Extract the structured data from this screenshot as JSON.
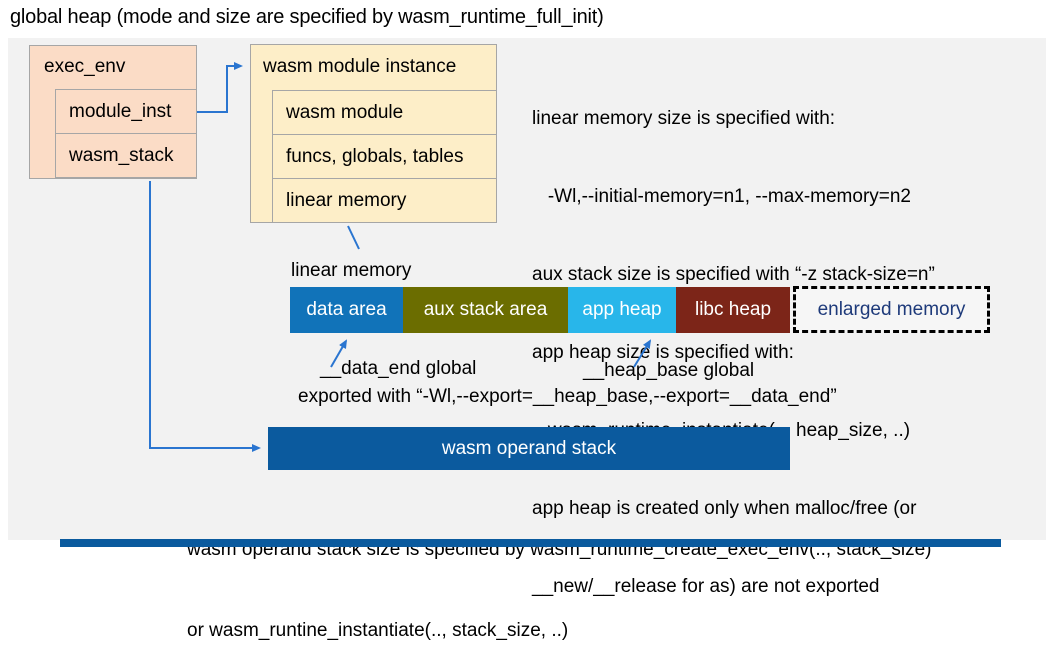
{
  "title": "global heap (mode and size are specified by wasm_runtime_full_init)",
  "exec_env": {
    "title": "exec_env",
    "rows": [
      "module_inst",
      "wasm_stack"
    ]
  },
  "module_instance": {
    "title": "wasm module instance",
    "rows": [
      "wasm module",
      "funcs, globals, tables",
      "linear memory"
    ]
  },
  "notes_right": {
    "lines": [
      "linear memory size is specified with:",
      "   -Wl,--initial-memory=n1, --max-memory=n2",
      "aux stack size is specified with “-z stack-size=n”",
      "app heap size is specified with:",
      "   wasm_runtime_instantiate(.., heap_size, ..)",
      "app heap is created only when malloc/free (or",
      "__new/__release for as) are not exported"
    ]
  },
  "linear_memory": {
    "label": "linear memory",
    "segments": [
      {
        "label": "data area",
        "color": "#1173b9"
      },
      {
        "label": "aux stack area",
        "color": "#6b6d00"
      },
      {
        "label": "app heap",
        "color": "#28b6ea"
      },
      {
        "label": "libc heap",
        "color": "#7c2518"
      }
    ],
    "enlarged": {
      "label": "enlarged memory",
      "text_color": "#1e3a7a"
    }
  },
  "annotations": {
    "data_end": "__data_end global",
    "heap_base": "__heap_base global",
    "exported": "exported with “-Wl,--export=__heap_base,--export=__data_end”"
  },
  "operand_stack": {
    "label": "wasm operand stack",
    "color": "#0b5a9e"
  },
  "footer": {
    "lines": [
      "wasm operand stack size is specified by wasm_runtime_create_exec_env(.., stack_size)",
      "or wasm_runtine_instantiate(.., stack_size, ..)"
    ]
  },
  "colors": {
    "panel_background": "#f2f2f2",
    "exec_env_fill": "#fbdcc6",
    "module_instance_fill": "#fdeec8",
    "box_border": "#a6a6a6",
    "arrow": "#2a75d0",
    "global_heap_bar": "#0a5a9e"
  }
}
